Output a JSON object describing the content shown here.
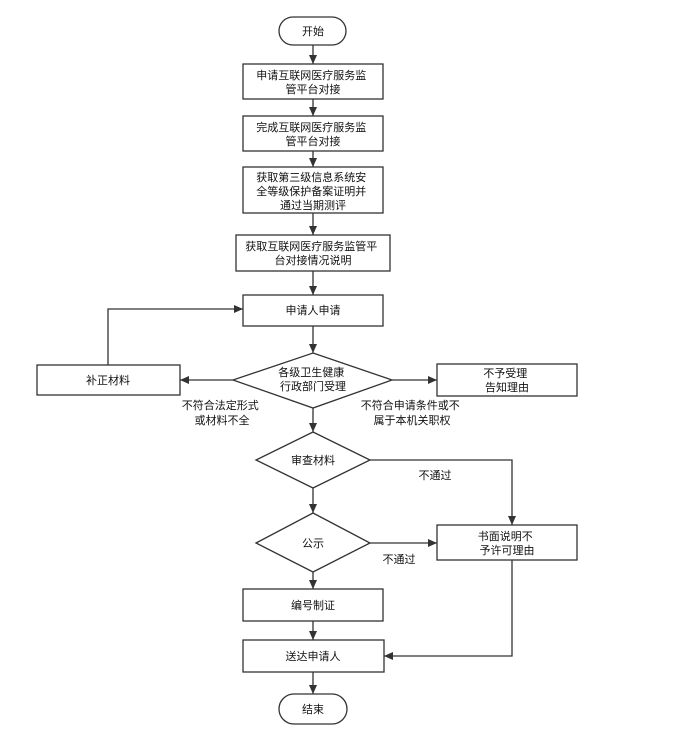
{
  "nodes": {
    "start": "开始",
    "step1": [
      "申请互联网医疗服务监",
      "管平台对接"
    ],
    "step2": [
      "完成互联网医疗服务监",
      "管平台对接"
    ],
    "step3": [
      "获取第三级信息系统安",
      "全等级保护备案证明并",
      "通过当期测评"
    ],
    "step4": [
      "获取互联网医疗服务监管平",
      "台对接情况说明"
    ],
    "apply": "申请人申请",
    "decision_health": [
      "各级卫生健康",
      "行政部门受理"
    ],
    "supplement": "补正材料",
    "reject": [
      "不予受理",
      "告知理由"
    ],
    "review": "审查材料",
    "publicity": "公示",
    "written": [
      "书面说明不",
      "予许可理由"
    ],
    "issue": "编号制证",
    "deliver": "送达申请人",
    "end": "结束"
  },
  "edge_labels": {
    "incomplete": [
      "不符合法定形式",
      "或材料不全"
    ],
    "not_qualified": [
      "不符合申请条件或不",
      "属于本机关职权"
    ],
    "review_fail": "不通过",
    "publicity_fail": "不通过"
  }
}
